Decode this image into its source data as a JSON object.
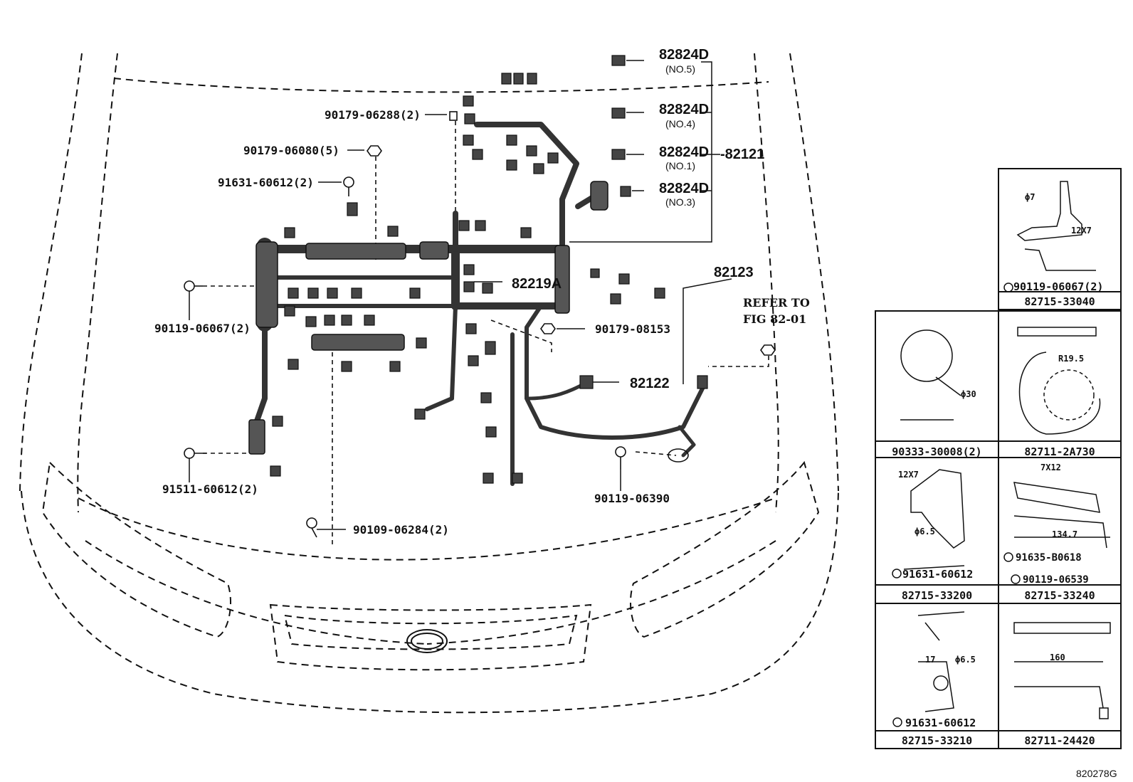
{
  "diagram_code": "820278G",
  "callouts": {
    "c_90179_06288": "90179-06288(2)",
    "c_90179_06080": "90179-06080(5)",
    "c_91631_60612": "91631-60612(2)",
    "c_90119_06067": "90119-06067(2)",
    "c_91511_60612": "91511-60612(2)",
    "c_90109_06284": "90109-06284(2)",
    "c_82219A": "82219A",
    "c_90179_08153": "90179-08153",
    "c_82122": "82122",
    "c_90119_06390": "90119-06390",
    "c_82123": "82123",
    "c_82121": "-82121",
    "refer_line1": "REFER TO",
    "refer_line2": "FIG 82-01"
  },
  "relays": [
    {
      "part": "82824D",
      "note": "(NO.5)"
    },
    {
      "part": "82824D",
      "note": "(NO.4)"
    },
    {
      "part": "82824D",
      "note": "(NO.1)"
    },
    {
      "part": "82824D",
      "note": "(NO.3)"
    }
  ],
  "inset_panels": {
    "p1": {
      "caption": "82715-33040",
      "bolt": "90119-06067(2)",
      "dim1": "ϕ7",
      "dim2": "12X7"
    },
    "p2": {
      "caption": "90333-30008(2)",
      "dim1": "ϕ30"
    },
    "p3": {
      "caption": "82711-2A730",
      "dim1": "R19.5"
    },
    "p4": {
      "caption": "82715-33200",
      "bolt": "91631-60612",
      "dim1": "12X7",
      "dim2": "ϕ6.5"
    },
    "p5": {
      "caption": "82715-33240",
      "bolt1": "91635-B0618",
      "bolt2": "90119-06539",
      "dim1": "7X12",
      "dim2": "134.7"
    },
    "p6": {
      "caption": "82715-33210",
      "bolt": "91631-60612",
      "dim1": "17",
      "dim2": "ϕ6.5"
    },
    "p7": {
      "caption": "82711-24420",
      "dim1": "160"
    }
  }
}
